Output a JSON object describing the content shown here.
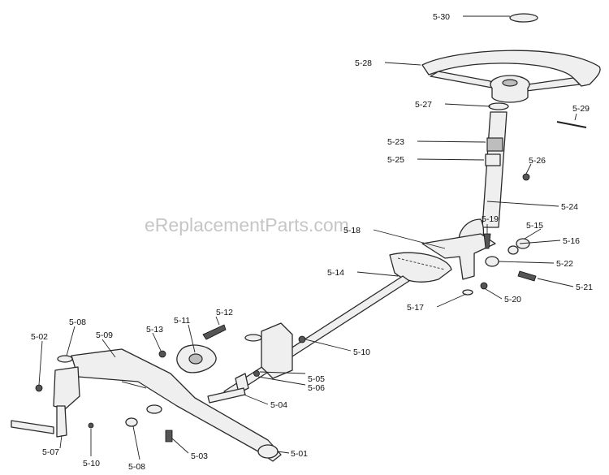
{
  "watermark": "eReplacementParts.com",
  "callouts": [
    "5-30",
    "5-28",
    "5-27",
    "5-29",
    "5-23",
    "5-25",
    "5-26",
    "5-24",
    "5-19",
    "5-15",
    "5-16",
    "5-18",
    "5-22",
    "5-14",
    "5-21",
    "5-17",
    "5-20",
    "5-12",
    "5-08",
    "5-11",
    "5-02",
    "5-09",
    "5-13",
    "5-10",
    "5-05",
    "5-06",
    "5-04",
    "5-07",
    "5-10",
    "5-08",
    "5-03",
    "5-01"
  ]
}
